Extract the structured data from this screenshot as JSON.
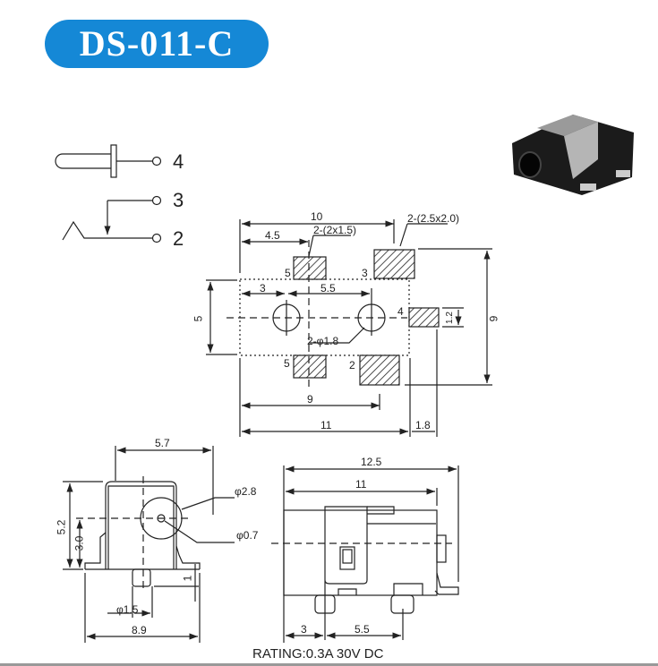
{
  "title": "DS-011-C",
  "schematic": {
    "pins": [
      "4",
      "3",
      "2"
    ]
  },
  "footprint": {
    "dims": {
      "width_10": "10",
      "offset_4_5": "4.5",
      "pad_small": "2-(2x1.5)",
      "pad_large": "2-(2.5x2.0)",
      "hole_pitch_3": "3",
      "hole_pitch_5_5": "5.5",
      "height_5": "5",
      "height_9": "9",
      "pad4_1_2": "1.2",
      "holes": "2-φ1.8",
      "width_9": "9",
      "width_11": "11",
      "pad4_1_8": "1.8"
    },
    "pad_labels": {
      "p5a": "5",
      "p3": "3",
      "p4": "4",
      "p5b": "5",
      "p2": "2"
    }
  },
  "front_view": {
    "width": "5.7",
    "height": "5.2",
    "center_h": "3.0",
    "outer_dia": "φ2.8",
    "pin_dia": "φ0.7",
    "post_dia": "φ1.5",
    "post_len": "1",
    "base_width": "8.9"
  },
  "side_view": {
    "overall": "12.5",
    "body": "11",
    "post_offset": "3",
    "post_pitch": "5.5"
  },
  "rating": "RATING:0.3A 30V DC"
}
